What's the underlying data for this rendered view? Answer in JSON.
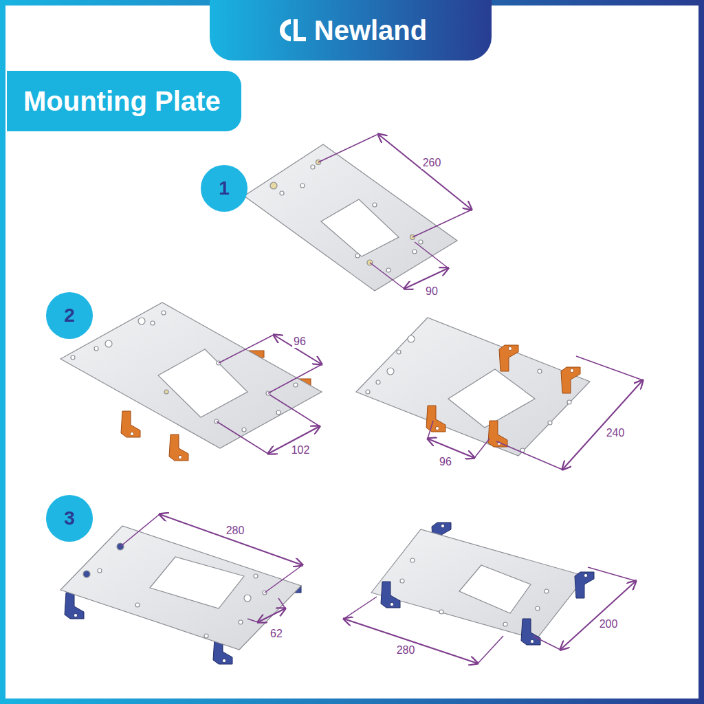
{
  "diagram": {
    "title": "Mounting Plate",
    "nodes": [
      {
        "text": [
          "Newland"
        ]
      },
      {
        "text": [
          "1"
        ]
      },
      {
        "text": [
          "2"
        ]
      },
      {
        "text": [
          "3"
        ]
      }
    ],
    "labels": [
      "260",
      "90",
      "96",
      "102",
      "96",
      "240",
      "280",
      "62",
      "280",
      "200"
    ]
  }
}
